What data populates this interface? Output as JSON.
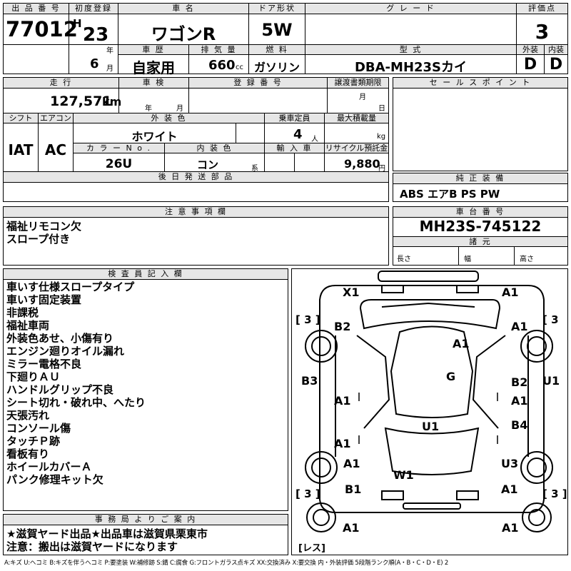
{
  "top": {
    "lot_no_label": "出 品 番 号",
    "lot_no": "77012",
    "first_reg_label": "初度登録",
    "era": "H",
    "year": "23",
    "year_unit": "年",
    "month": "6",
    "month_unit": "月",
    "car_name_label": "車 名",
    "car_name": "ワゴンR",
    "door_label": "ドア形状",
    "door": "5W",
    "grade_label": "グ レ ー ド",
    "grade": "",
    "score_label": "評価点",
    "score": "3",
    "history_label": "車 歴",
    "history": "自家用",
    "displacement_label": "排 気 量",
    "displacement": "660",
    "displacement_unit": "cc",
    "fuel_label": "燃 料",
    "fuel": "ガソリン",
    "model_label": "型 式",
    "model": "DBA-MH23Sカイ",
    "exterior_label": "外装",
    "exterior": "D",
    "interior_label": "内装",
    "interior": "D"
  },
  "second": {
    "mileage_label": "走 行",
    "mileage": "127,571",
    "mileage_unit": "km",
    "inspection_label": "車 検",
    "inspection_year_unit": "年",
    "inspection_month_unit": "月",
    "regno_label": "登 録 番 号",
    "transfer_label": "譲渡書類期限",
    "transfer_month_unit": "月",
    "transfer_day_unit": "日",
    "shift_label": "シフト",
    "shift": "IAT",
    "ac_label": "エアコン",
    "ac": "AC",
    "color_label": "外 装 色",
    "color": "ホワイト",
    "capacity_label": "乗車定員",
    "capacity": "4",
    "capacity_unit": "人",
    "load_label": "最大積載量",
    "load_unit": "kg",
    "colorno_label": "カ ラ ー N o .",
    "colorno": "26U",
    "intcolor_label": "内 装 色",
    "intcolor": "コン",
    "intcolor_unit": "系",
    "import_label": "輸 入 車",
    "recycle_label": "リサイクル預託金",
    "recycle": "9,880",
    "recycle_unit": "円",
    "later_parts_label": "後 日 発 送 部 品"
  },
  "sales": {
    "label": "セ ー ル ス ポ イ ン ト"
  },
  "equipment": {
    "label": "純 正 装 備",
    "items": "ABS エアB PS PW"
  },
  "caution": {
    "label": "注 意 事 項 欄",
    "lines": [
      "福祉リモコン欠",
      "スロープ付き"
    ]
  },
  "chassis": {
    "label": "車 台 番 号",
    "value": "MH23S-745122",
    "dims_label": "諸 元",
    "length_label": "長さ",
    "width_label": "幅",
    "height_label": "高さ"
  },
  "inspector": {
    "label": "検 査 員 記 入 欄",
    "lines": [
      "車いす仕様スロープタイプ",
      "車いす固定装置",
      "非課税",
      "福祉車両",
      "外装色あせ、小傷有り",
      "エンジン廻りオイル漏れ",
      "ミラー電格不良",
      "下廻りＡＵ",
      "ハンドルグリップ不良",
      "シート切れ・破れ中、へたり",
      "天張汚れ",
      "コンソール傷",
      "タッチＰ跡",
      "看板有り",
      "ホイールカバーＡ",
      "パンク修理キット欠"
    ]
  },
  "office": {
    "label": "事 務 局 よ り ご 案 内",
    "lines": [
      "★滋賀ヤード出品★出品車は滋賀県栗東市",
      "注意：搬出は滋賀ヤードになります"
    ]
  },
  "diagram": {
    "tire_left_front": "[ 3 ]",
    "tire_right_front": "[ 3",
    "tire_left_rear": "[ 3 ]",
    "tire_right_rear": "[ 3 ]",
    "spare": "[レス]",
    "marks": {
      "x1": "X1",
      "a1_tr": "A1",
      "b2_l": "B2",
      "a1_r": "A1",
      "a1_hood": "A1",
      "b3": "B3",
      "g": "G",
      "b2_r": "B2",
      "u1_r": "U1",
      "a1_lf": "A1",
      "a1_rf": "A1",
      "a1_lr": "A1",
      "u1_roof": "U1",
      "b4": "B4",
      "a1_l2": "A1",
      "u3": "U3",
      "w1": "W1",
      "b1": "B1",
      "a1_rr": "A1",
      "a1_bl": "A1",
      "a1_br": "A1"
    }
  },
  "legend": "A:キズ U:ヘコミ B:キズを伴うヘコミ P:要塗装 W:補修跡 S:錆 C:腐食 G:フロントガラス点キズ XX:交換済み X:要交換 内・外装評価 5段階ランク順(A・B・C・D・E) 2"
}
